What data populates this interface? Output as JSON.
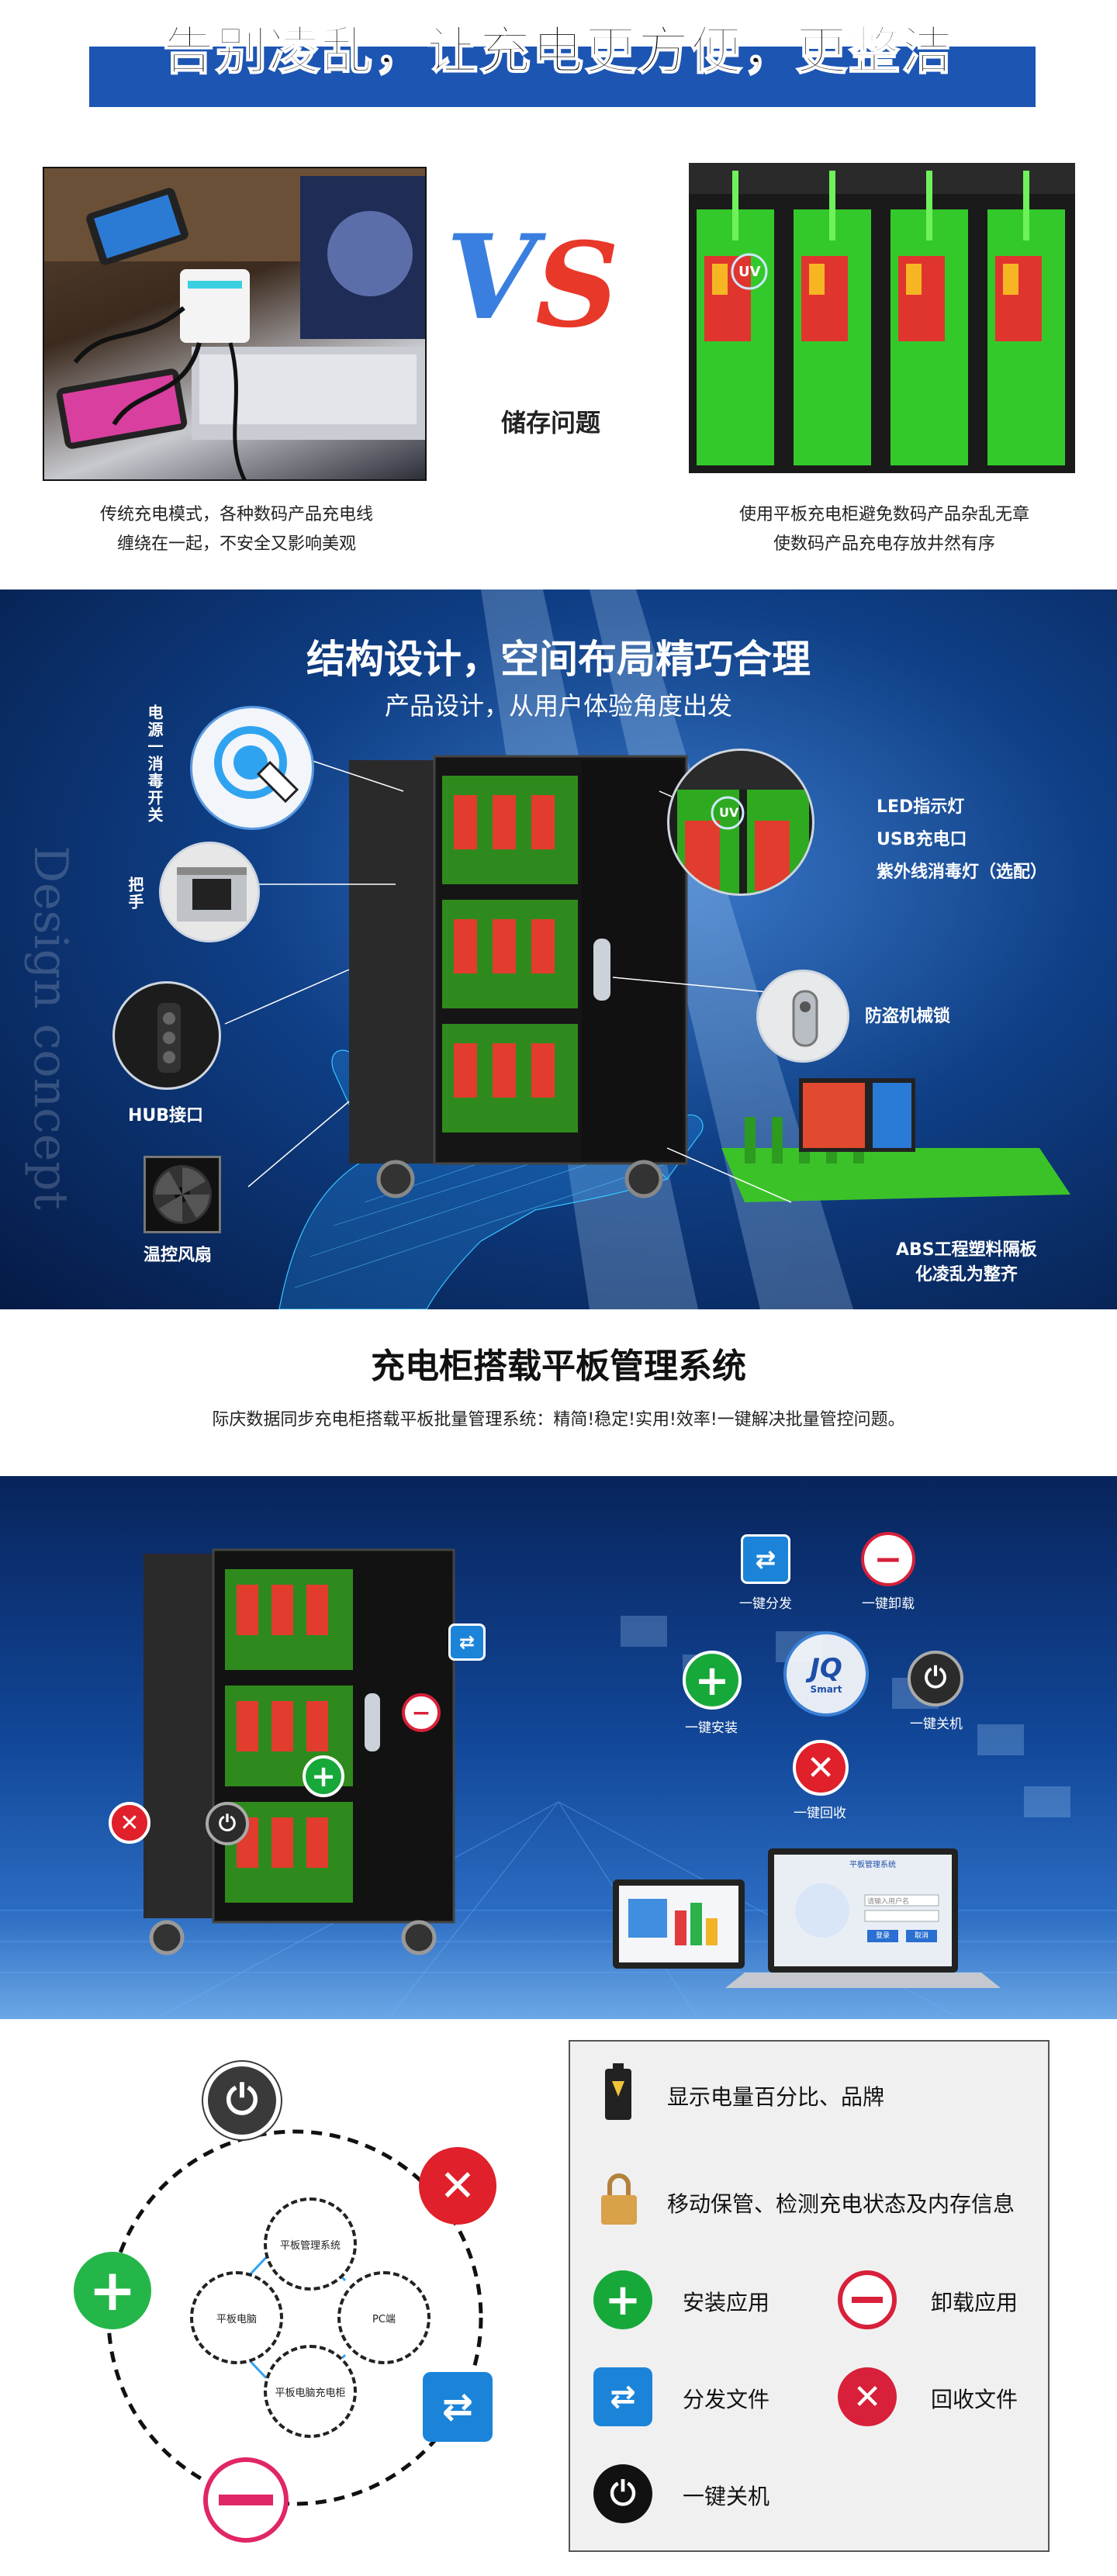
{
  "header": {
    "title": "告别凌乱，让充电更方便，更整洁"
  },
  "comparison": {
    "vs_caption": "储存问题",
    "vs_letters": [
      "V",
      "S"
    ],
    "left_caption_line1": "传统充电模式，各种数码产品充电线",
    "left_caption_line2": "缠绕在一起，不安全又影响美观",
    "right_caption_line1": "使用平板充电柜避免数码产品杂乱无章",
    "right_caption_line2": "使数码产品充电存放井然有序",
    "right_uv_badge": "UV"
  },
  "design": {
    "watermark": "Design concept",
    "title": "结构设计，空间布局精巧合理",
    "subtitle": "产品设计，从用户体验角度出发",
    "labels": {
      "power_switch": "电源一消毒开关",
      "handle": "把手",
      "hub": "HUB接口",
      "fan": "温控风扇",
      "led": "LED指示灯",
      "usb": "USB充电口",
      "uv_lamp": "紫外线消毒灯（选配）",
      "lock": "防盗机械锁",
      "abs_line1": "ABS工程塑料隔板",
      "abs_line2": "化凌乱为整齐"
    },
    "uv_badge": "UV"
  },
  "system_intro": {
    "title": "充电柜搭载平板管理系统",
    "desc": "际庆数据同步充电柜搭载平板批量管理系统：精简!稳定!实用!效率!一键解决批量管控问题。"
  },
  "system_banner": {
    "actions": {
      "distribute": "一键分发",
      "uninstall": "一键卸载",
      "install": "一键安装",
      "shutdown": "一键关机",
      "recycle": "一键回收"
    },
    "logo_text": "JQ",
    "logo_sub": "Smart",
    "laptop_title": "平板管理系统",
    "login_btn": "登录",
    "cancel_btn": "取消",
    "username_placeholder": "请输入用户名"
  },
  "diagram": {
    "nodes": {
      "top": "平板管理系统",
      "left": "平板电脑",
      "right": "PC端",
      "bottom": "平板电脑充电柜"
    }
  },
  "legend": {
    "battery": "显示电量百分比、品牌",
    "lock": "移动保管、检测充电状态及内存信息",
    "install": "安装应用",
    "uninstall": "卸载应用",
    "distribute": "分发文件",
    "recycle": "回收文件",
    "shutdown": "一键关机"
  },
  "colors": {
    "banner_blue": "#1d55b3",
    "install_green": "#17a83a",
    "danger_red": "#e0202a",
    "uninstall_red": "#d8203a",
    "distribute_blue": "#1b84d9",
    "power_black": "#111111"
  }
}
